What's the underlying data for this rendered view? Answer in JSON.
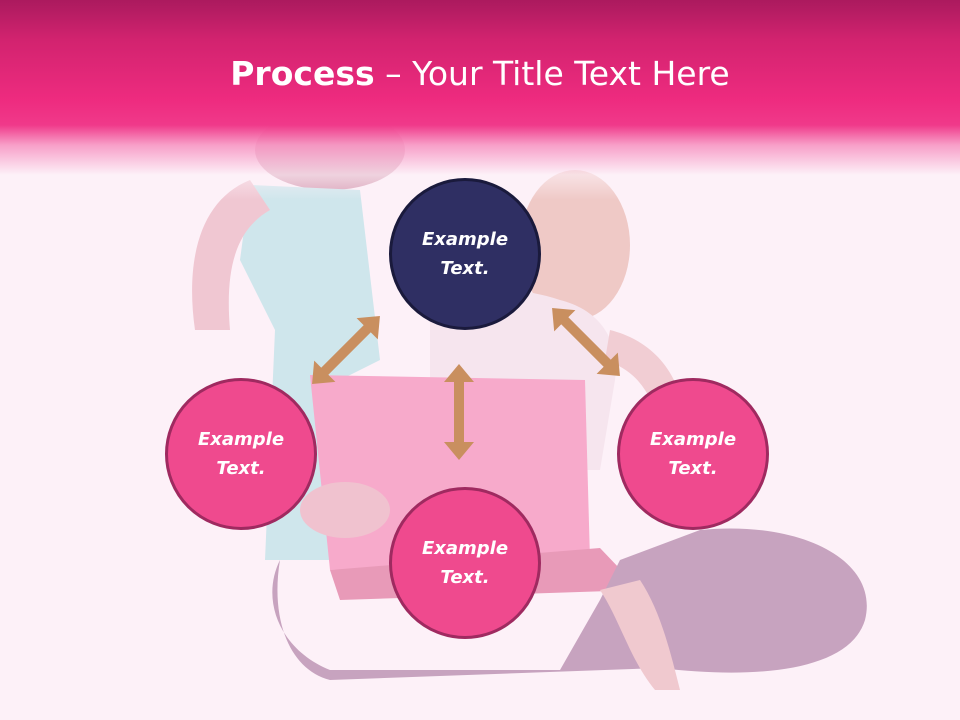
{
  "title": {
    "bold": "Process",
    "rest": " – Your Title Text Here"
  },
  "nodes": {
    "top": "Example\nText.",
    "left": "Example\nText.",
    "right": "Example\nText.",
    "bottom": "Example\nText."
  },
  "colors": {
    "header": "#ee2b7f",
    "node_primary": "#2f2f63",
    "node_secondary": "#ef4a8e",
    "arrow": "#c98f5f"
  }
}
